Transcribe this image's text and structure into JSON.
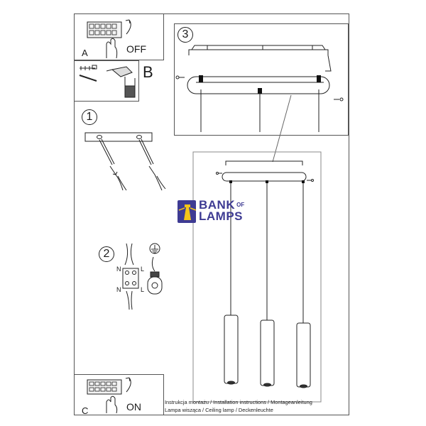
{
  "panel_a": {
    "letter": "A",
    "state": "OFF"
  },
  "panel_b": {
    "letter": "B"
  },
  "panel_c": {
    "letter": "C",
    "state": "ON"
  },
  "steps": {
    "one": "1",
    "two": "2",
    "three": "3"
  },
  "wiring": {
    "n_top": "N",
    "l_top": "L",
    "n_bottom": "N",
    "l_bottom": "L"
  },
  "logo": {
    "line1": "BANK",
    "of": "OF",
    "line2": "LAMPS",
    "color": "#3e3b93"
  },
  "caption": {
    "line1": "Instrukcja montażu / Installation instructions / Montageanleitung",
    "line2": "Lampa wisząca / Ceiling lamp / Deckenleuchte"
  }
}
